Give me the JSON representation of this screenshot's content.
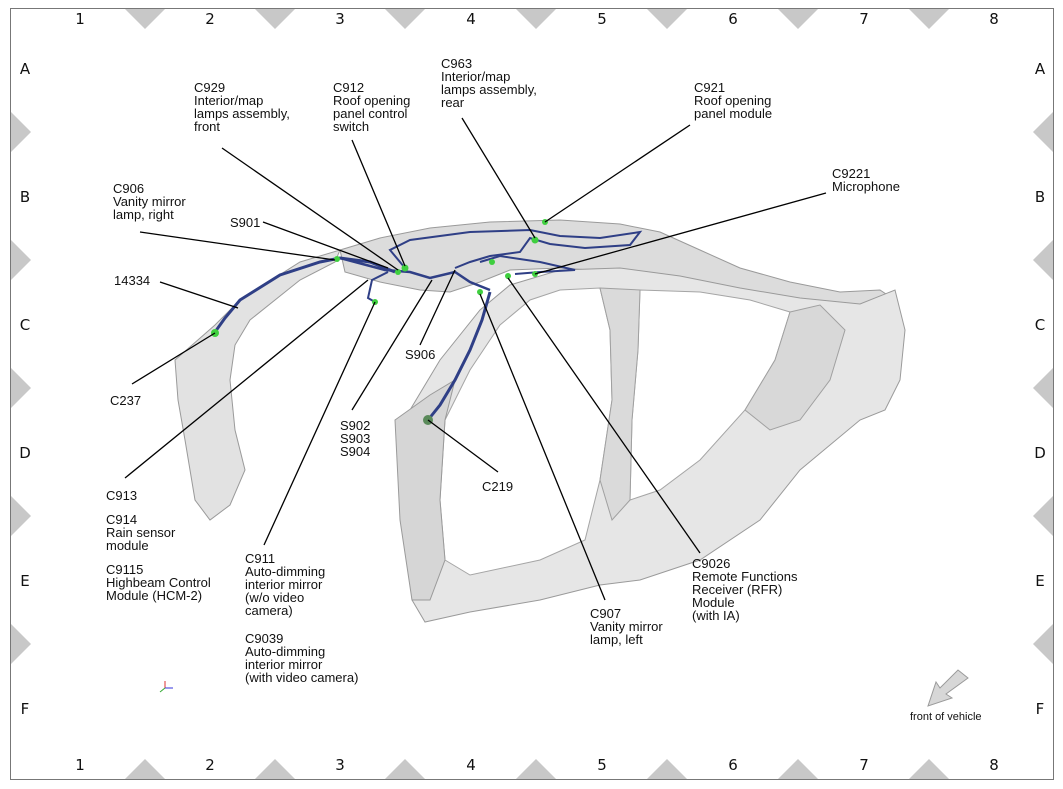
{
  "grid": {
    "columns": [
      "1",
      "2",
      "3",
      "4",
      "5",
      "6",
      "7",
      "8"
    ],
    "rows": [
      "A",
      "B",
      "C",
      "D",
      "E",
      "F"
    ]
  },
  "callouts": {
    "c929": [
      "C929",
      "Interior/map",
      "lamps assembly,",
      "front"
    ],
    "c912": [
      "C912",
      "Roof opening",
      "panel control",
      "switch"
    ],
    "c963": [
      "C963",
      "Interior/map",
      "lamps assembly,",
      "rear"
    ],
    "c921": [
      "C921",
      "Roof opening",
      "panel module"
    ],
    "c9221": [
      "C9221",
      "Microphone"
    ],
    "c906": [
      "C906",
      "Vanity mirror",
      "lamp, right"
    ],
    "s901": [
      "S901"
    ],
    "n14334": [
      "14334"
    ],
    "c237": [
      "C237"
    ],
    "s906": [
      "S906"
    ],
    "s902": [
      "S902",
      "S903",
      "S904"
    ],
    "c219": [
      "C219"
    ],
    "c913": [
      "C913"
    ],
    "c914": [
      "C914",
      "Rain sensor",
      "module"
    ],
    "c9115": [
      "C9115",
      "Highbeam Control",
      "Module (HCM-2)"
    ],
    "c911": [
      "C911",
      "Auto-dimming",
      "interior mirror",
      "(w/o video",
      "camera)"
    ],
    "c9039": [
      "C9039",
      "Auto-dimming",
      "interior mirror",
      "(with video camera)"
    ],
    "c9026": [
      "C9026",
      "Remote Functions",
      "Receiver (RFR)",
      "Module",
      "(with IA)"
    ],
    "c907": [
      "C907",
      "Vanity mirror",
      "lamp, left"
    ]
  },
  "front_label": "front of vehicle",
  "colors": {
    "harness": "#2f3f86",
    "connector": "#3fcf3f",
    "body_fill": "#e4e4e4",
    "body_stroke": "#9a9a9a",
    "grid_triangle": "#c8c8c8"
  }
}
